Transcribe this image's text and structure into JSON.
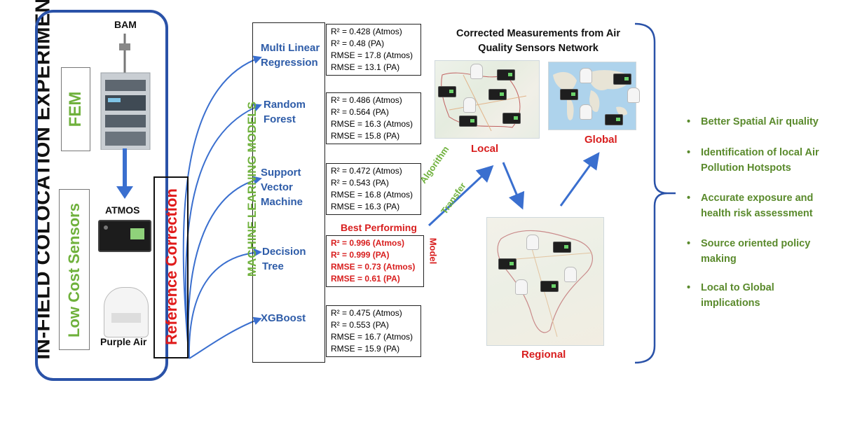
{
  "title_vertical": "IN-FIELD COLOCATION EXPERIMENT",
  "left_panel": {
    "bam_label": "BAM",
    "fem_label": "FEM",
    "low_cost_label": "Low Cost Sensors",
    "atmos_label": "ATMOS",
    "purple_air_label": "Purple Air"
  },
  "reference_correction": "Reference Correction",
  "ml_models_label": "MACHINE LEARNING MODELS",
  "models": [
    {
      "name_line1": "Multi Linear",
      "name_line2": "Regression",
      "metrics": [
        "R² = 0.428 (Atmos)",
        "R² = 0.48 (PA)",
        "RMSE = 17.8 (Atmos)",
        "RMSE = 13.1 (PA)"
      ]
    },
    {
      "name_line1": "Random",
      "name_line2": "Forest",
      "metrics": [
        "R² = 0.486 (Atmos)",
        "R² = 0.564 (PA)",
        "RMSE = 16.3 (Atmos)",
        "RMSE = 15.8 (PA)"
      ]
    },
    {
      "name_line1": "Support",
      "name_line2": "Vector",
      "name_line3": "Machine",
      "metrics": [
        "R² = 0.472 (Atmos)",
        "R² = 0.543 (PA)",
        "RMSE = 16.8 (Atmos)",
        "RMSE =  16.3 (PA)"
      ]
    },
    {
      "name_line1": "Decision",
      "name_line2": "Tree",
      "metrics": [
        "R² = 0.996 (Atmos)",
        "R² = 0.999 (PA)",
        "RMSE =  0.73 (Atmos)",
        "RMSE =  0.61 (PA)"
      ]
    },
    {
      "name_line1": "XGBoost",
      "metrics": [
        "R² = 0.475 (Atmos)",
        "R² = 0.553 (PA)",
        "RMSE = 16.7 (Atmos)",
        "RMSE =  15.9 (PA)"
      ]
    }
  ],
  "best_performing": "Best Performing",
  "best_model_vertical": "Model",
  "algorithm_label": "Algorithm",
  "transfer_label": "Transfer",
  "corrected_title_line1": "Corrected Measurements from Air",
  "corrected_title_line2": "Quality Sensors Network",
  "map_labels": {
    "local": "Local",
    "global": "Global",
    "regional": "Regional"
  },
  "implications": [
    {
      "line1": "Better Spatial Air quality"
    },
    {
      "line1": "Identification of local Air",
      "line2": "Pollution Hotspots"
    },
    {
      "line1": "Accurate exposure and",
      "line2": "health risk assessment"
    },
    {
      "line1": "Source oriented policy",
      "line2": "making"
    },
    {
      "line1": "Local to Global",
      "line2": "implications"
    }
  ],
  "bullet_glyph": "•",
  "colors": {
    "frame_blue": "#2a52a8",
    "arrow_blue": "#3a6fcf",
    "model_blue": "#2e5ca8",
    "green": "#6fb13c",
    "dark_green": "#5a8a2c",
    "red": "#e01b1b"
  }
}
